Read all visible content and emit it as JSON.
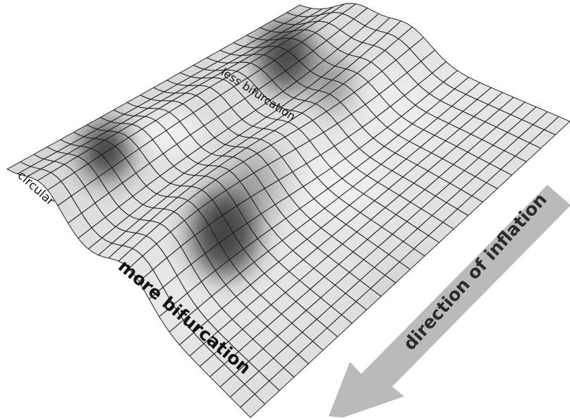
{
  "labels": {
    "circular": "circular",
    "less_bifurcation": "less bifurcation",
    "more_bifurcation": "more bifurcation",
    "direction": "direction of inflation"
  },
  "colors": {
    "surface_light": "#e6e6e6",
    "surface_shadow": "#3c3c3c",
    "grid_line": "#1a1a1a",
    "arrow": "#b9b9b9"
  }
}
